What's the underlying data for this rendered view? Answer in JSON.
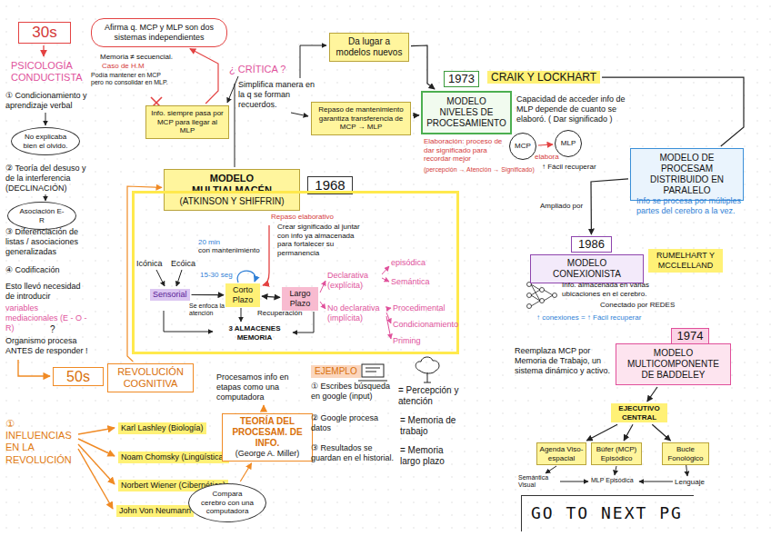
{
  "diagram": {
    "nodes": [
      {
        "text": [
          "30s"
        ]
      },
      {
        "text": [
          "Afirma q. MCP y MLP son dos sistemas independientes"
        ]
      },
      {
        "text": [
          "Info. siempre pasa por MCP para llegar al MLP"
        ]
      },
      {
        "text": [
          "Da lugar a modelos nuevos"
        ]
      },
      {
        "text": [
          "Repaso de mantenimiento garantiza transferencia de MCP → MLP"
        ]
      },
      {
        "text": [
          "MODELO MULTIALMACÉN",
          "(ATKINSON Y SHIFFRIN)"
        ]
      },
      {
        "text": [
          "1968"
        ]
      },
      {
        "text": [
          "3 ALMACENES MEMORIA"
        ]
      },
      {
        "text": [
          "Sensorial"
        ],
        "in": 7
      },
      {
        "text": [
          "Corto Plazo"
        ],
        "in": 7
      },
      {
        "text": [
          "Largo Plazo"
        ],
        "in": 7
      },
      {
        "text": [
          "1973"
        ]
      },
      {
        "text": [
          "CRAIK Y LOCKHART"
        ]
      },
      {
        "text": [
          "MODELO NIVELES DE PROCESAMIENTO"
        ]
      },
      {
        "text": [
          "MCP"
        ]
      },
      {
        "text": [
          "MLP"
        ]
      },
      {
        "text": [
          "MODELO DE PROCESAM DISTRIBUIDO EN PARALELO"
        ]
      },
      {
        "text": [
          "1986"
        ]
      },
      {
        "text": [
          "MODELO CONEXIONISTA"
        ]
      },
      {
        "text": [
          "RUMELHART Y MCCLELLAND"
        ]
      },
      {
        "text": [
          "1974"
        ]
      },
      {
        "text": [
          "MODELO MULTICOMPONENTE DE BADDELEY"
        ]
      },
      {
        "text": [
          "EJECUTIVO CENTRAL"
        ]
      },
      {
        "text": [
          "Agenda Viso-espacial"
        ]
      },
      {
        "text": [
          "Búfer (MCP) Episódico"
        ]
      },
      {
        "text": [
          "Bucle Fonológico"
        ]
      },
      {
        "text": [
          "50s"
        ]
      },
      {
        "text": [
          "REVOLUCIÓN COGNITIVA"
        ]
      },
      {
        "text": [
          "Karl Lashley (Biología)"
        ]
      },
      {
        "text": [
          "Noam Chomsky (Lingüística)"
        ]
      },
      {
        "text": [
          "Norbert Wiener (Cibernética)"
        ]
      },
      {
        "text": [
          "John Von Neumann"
        ]
      },
      {
        "text": [
          "Compara cerebro con una computadora"
        ]
      },
      {
        "text": [
          "TEORÍA DEL PROCESAM. DE INFO.",
          "(George A. Miller)"
        ]
      },
      {
        "text": [
          "EJEMPLO"
        ]
      },
      {
        "text": [
          "No explicaba bien el olvido."
        ]
      },
      {
        "text": [
          "Asociación E-R"
        ]
      },
      {
        "text": [
          "GO TO NEXT PG"
        ]
      }
    ],
    "edges": [
      {
        "from": 2,
        "to": 1,
        "arrow": "to"
      },
      {
        "from": 3,
        "to": 13,
        "arrow": "to"
      },
      {
        "from": 4,
        "to": 13,
        "arrow": "to"
      },
      {
        "from": 8,
        "to": 9,
        "arrow": "to"
      },
      {
        "from": 9,
        "to": 10,
        "arrow": "both"
      },
      {
        "from": 12,
        "to": 16,
        "arrow": "none"
      },
      {
        "from": 16,
        "to": 17,
        "arrow": "to"
      },
      {
        "from": 14,
        "to": 15,
        "arrow": "to"
      },
      {
        "from": 21,
        "to": 22,
        "arrow": "to"
      },
      {
        "from": 22,
        "to": 23,
        "arrow": "to"
      },
      {
        "from": 22,
        "to": 24,
        "arrow": "to"
      },
      {
        "from": 22,
        "to": 25,
        "arrow": "to"
      },
      {
        "from": 27,
        "to": 5,
        "arrow": "to"
      },
      {
        "from": 31,
        "to": 32,
        "arrow": "none"
      },
      {
        "from": 32,
        "to": 33,
        "arrow": "to"
      }
    ],
    "labels": [
      "PSICOLOGÍA CONDUCTISTA",
      "① Condicionamiento y aprendizaje verbal",
      "② Teoría del desuso y de la interferencia (DECLINACIÓN)",
      "③ Diferenciación de listas / asociaciones generalizadas",
      "④ Codificación",
      "Esto llevó necesidad de introducir",
      "variables mediacionales (E - O - R)",
      "?",
      "Organismo procesa ANTES de responder !",
      "Memoria ≠ secuencial.",
      "Caso de H.M",
      "Podía mantener en MCP pero no consolidar en MLP.",
      "¿ CRÍTICA ?",
      "Simplifica manera en la q se forman recuerdos.",
      "Repaso elaborativo",
      "Crear significado al juntar con info ya almacenada para fortalecer su permanencia",
      "20 min",
      "con mantenimiento",
      "15-30 seg",
      "Icónica",
      "Ecóica",
      "Se enfoca la atención",
      "Recuperación",
      "Declarativa (explícita)",
      "episódica",
      "Semántica",
      "No declarativa (implícita)",
      "Procedimental",
      "Condicionamiento",
      "Priming",
      "Capacidad de acceder info de MLP depende de cuanto se elaboró. ( Dar significado )",
      "Elaboración: proceso de dar significado para recordar mejor",
      "(percepción → Atención → Significado)",
      "elabora",
      "↑ Fácil recuperar",
      "Ampliado por",
      "Info se procesa por múltiples partes del cerebro a la vez.",
      "Info. almacenada en varias ubicaciones en el cerebro.",
      "Conectado por REDES",
      "↑ conexiones = ↑ Fácil recuperar",
      "Reemplaza MCP por Memoria de Trabajo, un sistema dinámico y activo.",
      "Semántica Visual",
      "MLP Episódica",
      "Lenguaje",
      "① INFLUENCIAS EN LA REVOLUCIÓN",
      "Procesamos info en etapas como una computadora",
      "① Escribes búsqueda en google (input)",
      "= Percepción y atención",
      "② Google procesa datos",
      "= Memoria de trabajo",
      "③ Resultados se guardan en el historial.",
      "= Memoria largo plazo"
    ]
  }
}
